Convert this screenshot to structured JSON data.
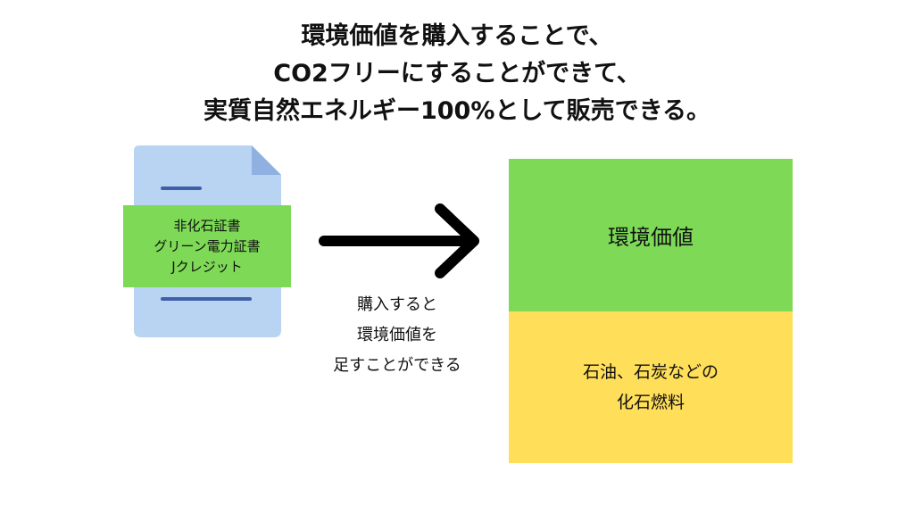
{
  "heading": {
    "line1": "環境価値を購入することで、",
    "line2": "CO2フリーにすることができて、",
    "line3": "実質自然エネルギー100%として販売できる。"
  },
  "certificate_doc": {
    "icon": "document-icon",
    "labels": [
      "非化石証書",
      "グリーン電力証書",
      "Jクレジット"
    ]
  },
  "arrow": {
    "icon": "right-arrow-icon",
    "caption": [
      "購入すると",
      "環境価値を",
      "足すことができる"
    ]
  },
  "power_stack": {
    "top_label": "環境価値",
    "bottom_lines": [
      "石油、石炭などの",
      "化石燃料"
    ]
  },
  "colors": {
    "green": "#7ed957",
    "yellow": "#ffde59",
    "doc_body": "#b8d4f2",
    "doc_fold": "#8fb0e0",
    "doc_lines": "#3f5fa8",
    "arrow": "#000000"
  }
}
